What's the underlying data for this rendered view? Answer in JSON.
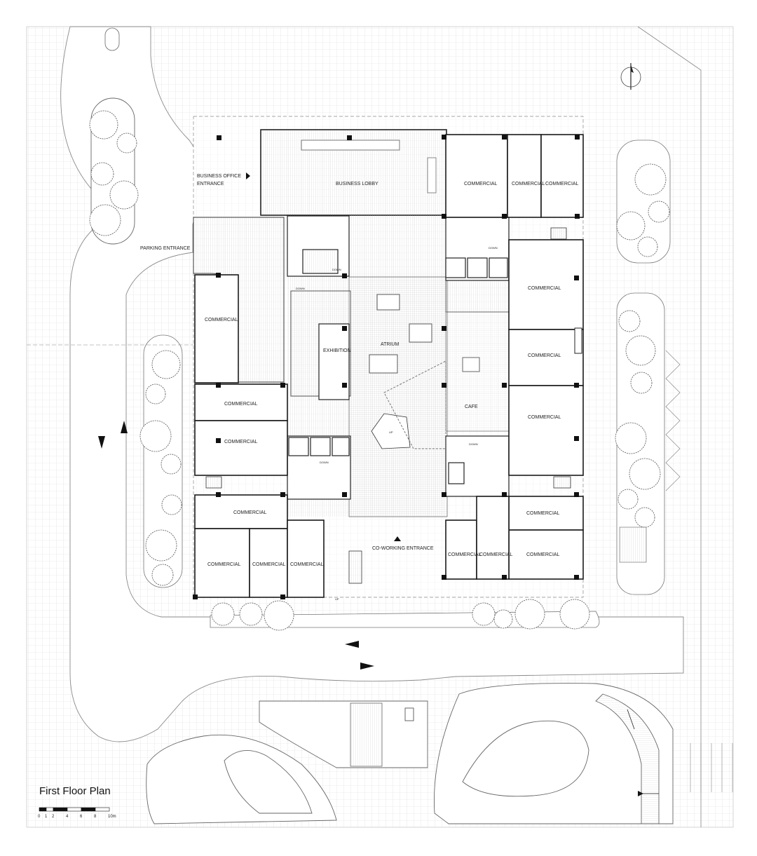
{
  "plan": {
    "title": "First Floor Plan",
    "scale_labels": [
      "0",
      "1",
      "2",
      "4",
      "6",
      "8",
      "10m"
    ],
    "labels": {
      "business_lobby": "BUSINESS LOBBY",
      "business_office_entrance_1": "BUSINESS OFFICE",
      "business_office_entrance_2": "ENTRANCE",
      "parking_entrance": "PARKING ENTRANCE",
      "atrium": "ATRIUM",
      "exhibition": "EXHIBITION",
      "cafe": "CAFE",
      "coworking_entrance": "CO-WORKING ENTRANCE",
      "commercial": "COMMERCIAL",
      "down": "DOWN",
      "up": "UP"
    }
  }
}
